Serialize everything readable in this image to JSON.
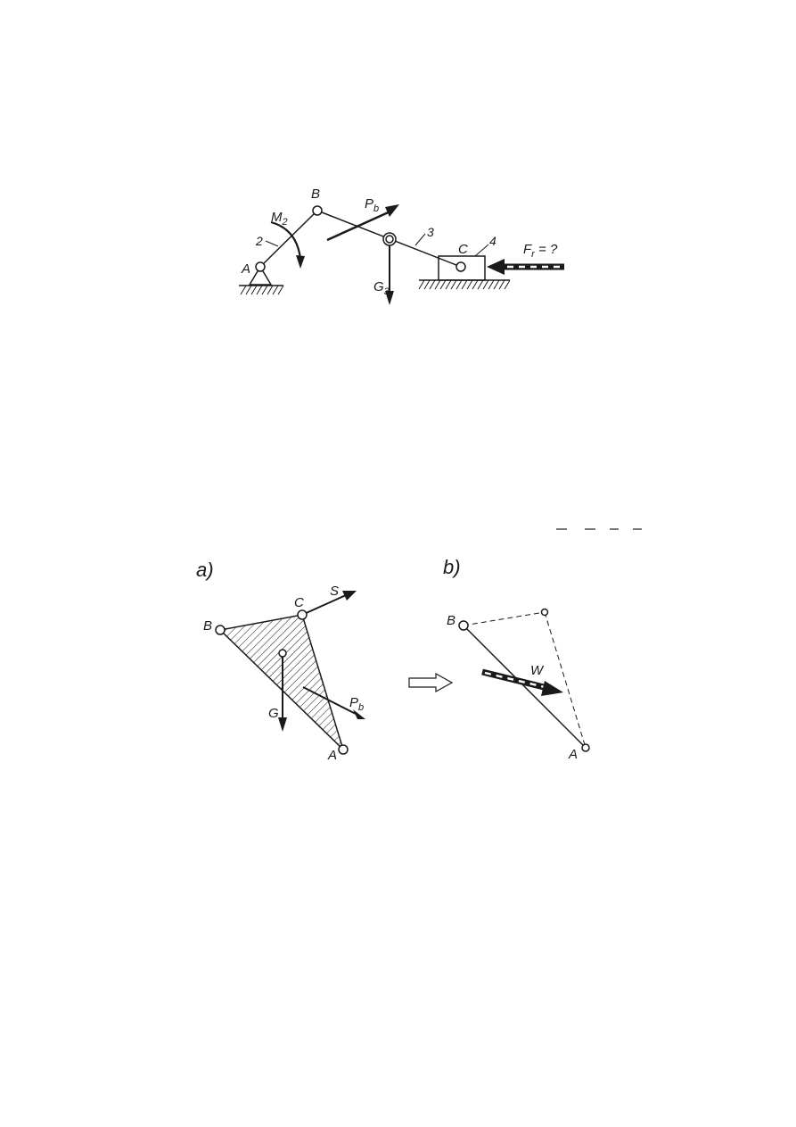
{
  "figure1": {
    "labels": {
      "A": "A",
      "B": "B",
      "C": "C",
      "link2": "2",
      "link3": "3",
      "link4": "4",
      "M": "M",
      "M_sub": "2",
      "Pb": "P",
      "Pb_sub": "b",
      "G": "G",
      "G_sub": "3",
      "Fr": "F",
      "Fr_sub": "r",
      "Fr_suffix": " = ?"
    }
  },
  "figure2": {
    "panel_a": {
      "title": "a)",
      "labels": {
        "A": "A",
        "B": "B",
        "C": "C",
        "S": "S",
        "G": "G",
        "P": "P",
        "P_sub": "b"
      }
    },
    "panel_b": {
      "title": "b)",
      "labels": {
        "A": "A",
        "B": "B",
        "W": "W"
      }
    }
  }
}
